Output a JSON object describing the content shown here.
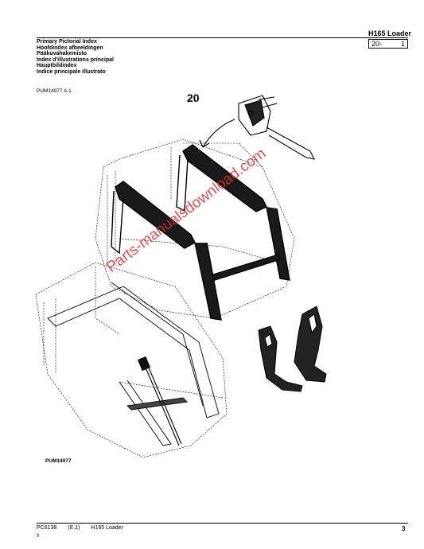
{
  "header": {
    "model_title": "H165  Loader",
    "page_group": "20-",
    "page_sub": "1"
  },
  "index_titles": [
    "Primary Pictorial Index",
    "Hoofdindex afbeeldingen",
    "Pääkuvahakemisto",
    "Index d'illustrations principal",
    "Hauptbildindex",
    "Indice principale illustrato"
  ],
  "figure_ref": "PUM14977  A.1",
  "callout": "20",
  "figure_label": "PUM14977",
  "watermark": "Parts-manualsdownload.com",
  "footer": {
    "doc": "PC6138",
    "edition": "(E.1)",
    "title": "H165 Loader",
    "page": "3",
    "zero": "0"
  },
  "colors": {
    "ink": "#000000",
    "watermark": "#e03030"
  }
}
